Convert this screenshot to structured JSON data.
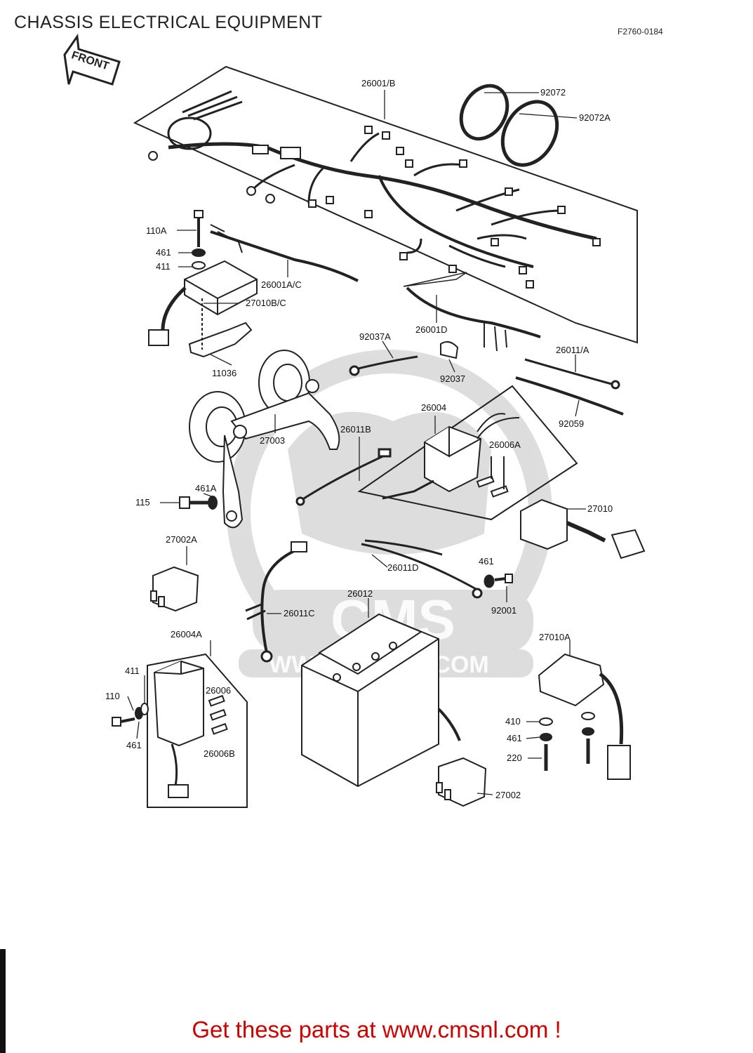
{
  "header": {
    "title": "CHASSIS ELECTRICAL EQUIPMENT",
    "diagram_code": "F2760-0184",
    "front_arrow": "FRONT"
  },
  "watermark": {
    "text": "WWW.CMSNL.COM",
    "logo": "CMS"
  },
  "parts": [
    {
      "id": "p26001b",
      "label": "26001/B"
    },
    {
      "id": "p92072",
      "label": "92072"
    },
    {
      "id": "p92072a",
      "label": "92072A"
    },
    {
      "id": "p110a",
      "label": "110A"
    },
    {
      "id": "p461a1",
      "label": "461"
    },
    {
      "id": "p411a",
      "label": "411"
    },
    {
      "id": "p26001ac",
      "label": "26001A/C"
    },
    {
      "id": "p27010bc",
      "label": "27010B/C"
    },
    {
      "id": "p26001d",
      "label": "26001D"
    },
    {
      "id": "p92037a",
      "label": "92037A"
    },
    {
      "id": "p26011a",
      "label": "26011/A"
    },
    {
      "id": "p11036",
      "label": "11036"
    },
    {
      "id": "p92037",
      "label": "92037"
    },
    {
      "id": "p26004",
      "label": "26004"
    },
    {
      "id": "p92059",
      "label": "92059"
    },
    {
      "id": "p26011b",
      "label": "26011B"
    },
    {
      "id": "p27003",
      "label": "27003"
    },
    {
      "id": "p26006a",
      "label": "26006A"
    },
    {
      "id": "p461a",
      "label": "461A"
    },
    {
      "id": "p115",
      "label": "115"
    },
    {
      "id": "p27010",
      "label": "27010"
    },
    {
      "id": "p27002a",
      "label": "27002A"
    },
    {
      "id": "p26011d",
      "label": "26011D"
    },
    {
      "id": "p461b",
      "label": "461"
    },
    {
      "id": "p26012",
      "label": "26012"
    },
    {
      "id": "p92001",
      "label": "92001"
    },
    {
      "id": "p26011c",
      "label": "26011C"
    },
    {
      "id": "p26004a",
      "label": "26004A"
    },
    {
      "id": "p27010a",
      "label": "27010A"
    },
    {
      "id": "p411b",
      "label": "411"
    },
    {
      "id": "p26006",
      "label": "26006"
    },
    {
      "id": "p110",
      "label": "110"
    },
    {
      "id": "p410",
      "label": "410"
    },
    {
      "id": "p461c",
      "label": "461"
    },
    {
      "id": "p26006b",
      "label": "26006B"
    },
    {
      "id": "p461d",
      "label": "461"
    },
    {
      "id": "p220",
      "label": "220"
    },
    {
      "id": "p27002",
      "label": "27002"
    }
  ],
  "footer": {
    "text": "Get these parts at www.cmsnl.com !",
    "color": "#cc0000"
  }
}
